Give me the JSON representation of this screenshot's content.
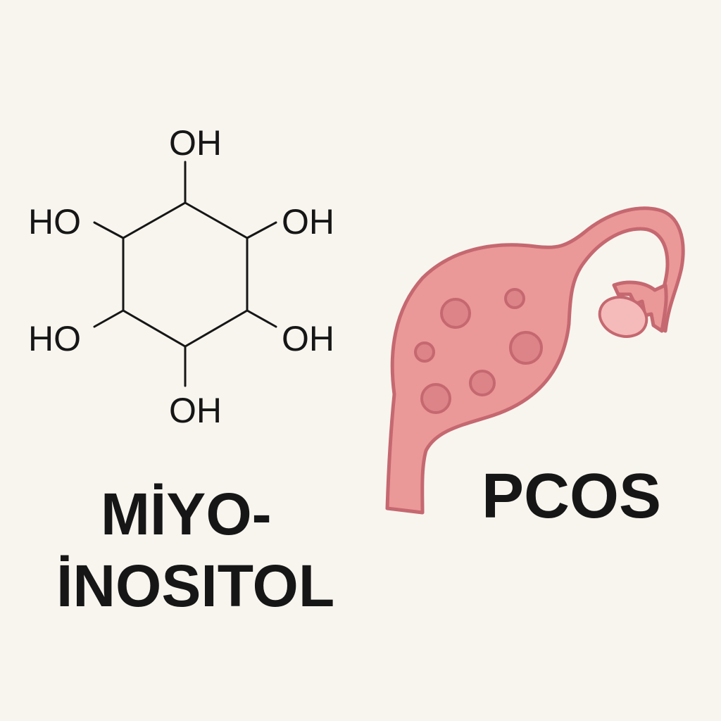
{
  "molecule": {
    "groups": [
      "OH",
      "HO",
      "OH",
      "HO",
      "OH",
      "OH"
    ],
    "title_line1": "MİYO-",
    "title_line2": "İNOSITOL"
  },
  "organ": {
    "label": "PCOS"
  },
  "colors": {
    "background": "#f8f5ef",
    "organ_fill": "#eb9898",
    "organ_stroke": "#c56870",
    "cyst_fill": "#dc8488",
    "ovary_fill": "#f5baba",
    "text": "#161616"
  }
}
